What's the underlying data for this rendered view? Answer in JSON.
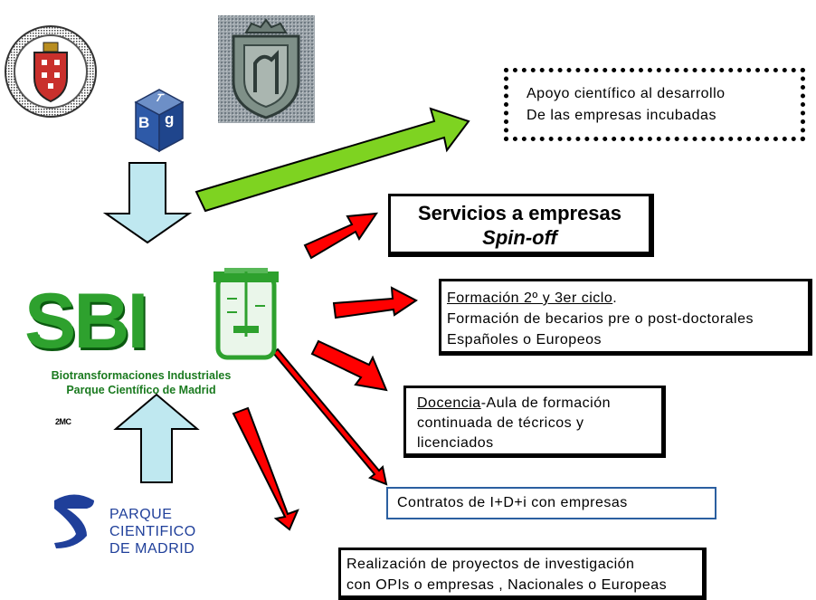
{
  "logos": {
    "tbg_top": "T",
    "tbg_left": "B",
    "tbg_right": "g"
  },
  "sbi": {
    "wordmark": "SBI",
    "subtitle_1": "Biotransformaciones Industriales",
    "subtitle_2": "Parque Científico de Madrid"
  },
  "small_label": "2MC",
  "pcm": {
    "line1": "PARQUE",
    "line2": "CIENTIFICO",
    "line3": "DE MADRID"
  },
  "boxes": {
    "apoyo": {
      "line1": "Apoyo científico al desarrollo",
      "line2": "De las empresas incubadas"
    },
    "servicios": {
      "line1": "Servicios a empresas",
      "line2": "Spin-off"
    },
    "formacion": {
      "title": "Formación 2º y 3er ciclo",
      "title_suffix": ".",
      "line2": "Formación de becarios pre o post-doctorales",
      "line3": "Españoles o Europeos"
    },
    "docencia": {
      "title": "Docencia",
      "title_rest": "-Aula de formación",
      "line2": "continuada de técricos y",
      "line3": "licenciados"
    },
    "contratos": {
      "line1": "Contratos de I+D+i con empresas"
    },
    "realizacion": {
      "line1": "Realización de proyectos de investigación",
      "line2": "con OPIs o empresas , Nacionales o Europeas"
    }
  },
  "colors": {
    "green_arrow": "#7ed321",
    "red_arrow": "#ff0000",
    "lightblue_arrow": "#bfe8f0",
    "sbi_green": "#2ea12e",
    "pcm_blue": "#1f3f9a",
    "contratos_border": "#2b5fa0"
  },
  "icons": [
    "ucm-seal-icon",
    "madrid-shield-icon",
    "tbg-cube-icon",
    "reactor-icon",
    "pcm-logo-icon"
  ]
}
